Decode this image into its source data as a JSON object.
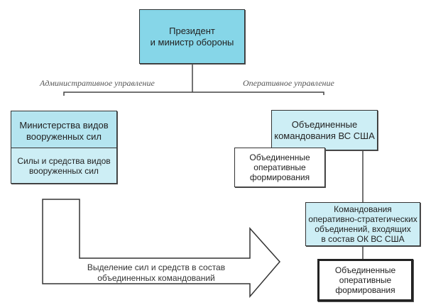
{
  "nodes": {
    "president": "Президент\nи министр обороны",
    "service_ministries": "Министерства видов\nвооруженных сил",
    "service_forces": "Силы и средства видов\nвооруженных сил",
    "unified_commands": "Объединенные\nкомандования ВС США",
    "joint_task_forces_1": "Объединенные\nоперативные\nформирования",
    "component_commands": "Командования\nоперативно-стратегических\nобъединений, входящих\nв состав ОК ВС США",
    "joint_task_forces_2": "Объединенные\nоперативные\nформирования"
  },
  "labels": {
    "administrative": "Административное управление",
    "operational": "Оперативное управление",
    "arrow": "Выделение сил и средств в состав\nобъединенных командований"
  },
  "colors": {
    "primary_fill": "#86d6e8",
    "secondary_fill": "#b5e5f0"
  }
}
